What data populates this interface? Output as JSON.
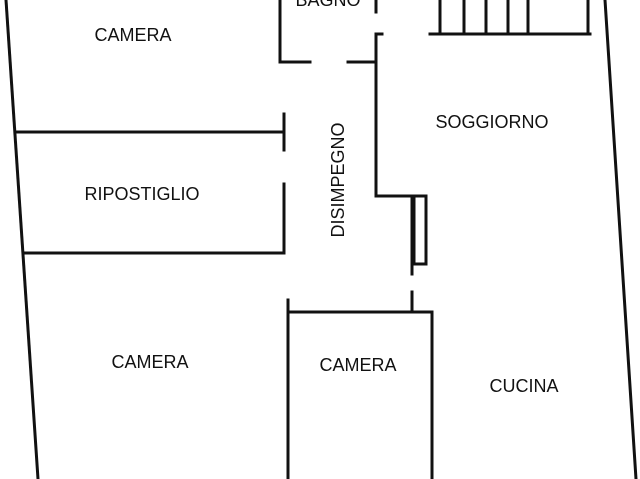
{
  "plan": {
    "line_color": "#111111",
    "background": "#ffffff",
    "rooms": {
      "bagno": "BAGNO",
      "camera_top": "CAMERA",
      "ripostiglio": "RIPOSTIGLIO",
      "disimpegno": "DISIMPEGNO",
      "soggiorno": "SOGGIORNO",
      "camera_bottom_left": "CAMERA",
      "camera_bottom_center": "CAMERA",
      "cucina": "CUCINA"
    }
  }
}
